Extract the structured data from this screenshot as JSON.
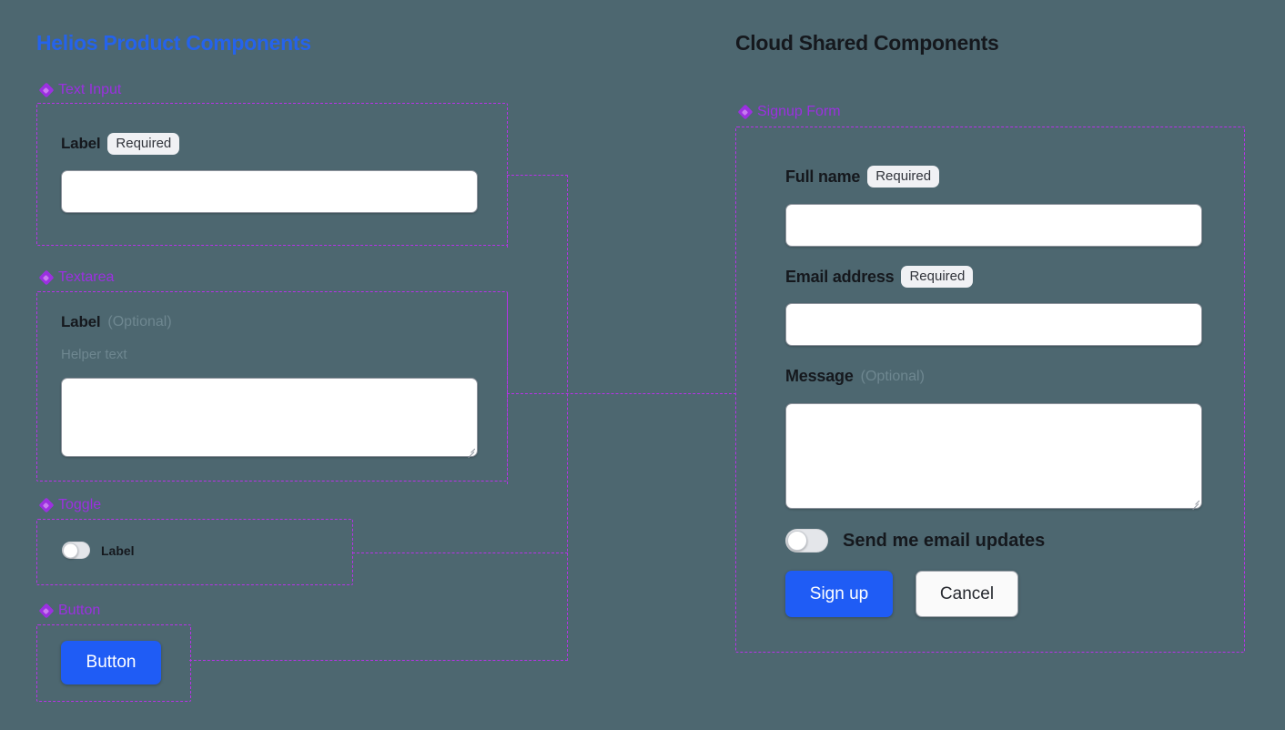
{
  "background_color": "#4d6770",
  "accent_colors": {
    "left_title": "#2563eb",
    "right_title": "#15181d",
    "section_label": "#9b30e0",
    "dashed_border": "#b832e8",
    "primary_button": "#1f5cf5",
    "badge_background": "#f0f1f4",
    "input_background": "#ffffff",
    "muted_text": "#6e8790"
  },
  "left_panel": {
    "title": "Helios Product Components",
    "sections": [
      {
        "icon": "diamond-icon",
        "label": "Text Input",
        "field": {
          "label": "Label",
          "badge": "Required",
          "value": "",
          "placeholder": ""
        }
      },
      {
        "icon": "diamond-icon",
        "label": "Textarea",
        "field": {
          "label": "Label",
          "optional": "(Optional)",
          "helper_text": "Helper text",
          "value": "",
          "placeholder": ""
        }
      },
      {
        "icon": "diamond-icon",
        "label": "Toggle",
        "field": {
          "label": "Label",
          "state": "off"
        }
      },
      {
        "icon": "diamond-icon",
        "label": "Button",
        "field": {
          "label": "Button"
        }
      }
    ]
  },
  "right_panel": {
    "title": "Cloud Shared Components",
    "section": {
      "icon": "diamond-icon",
      "label": "Signup Form"
    },
    "form": {
      "full_name": {
        "label": "Full name",
        "badge": "Required",
        "value": "",
        "placeholder": ""
      },
      "email": {
        "label": "Email address",
        "badge": "Required",
        "value": "",
        "placeholder": ""
      },
      "message": {
        "label": "Message",
        "optional": "(Optional)",
        "value": "",
        "placeholder": ""
      },
      "email_updates_toggle": {
        "label": "Send me email updates",
        "state": "off"
      },
      "submit_button": "Sign up",
      "cancel_button": "Cancel"
    }
  }
}
